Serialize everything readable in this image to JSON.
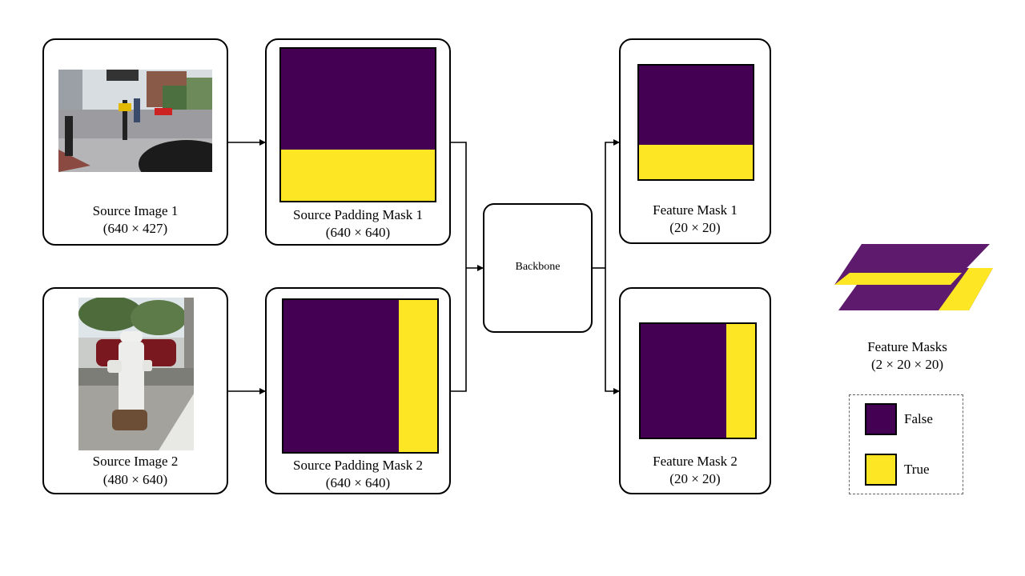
{
  "source1": {
    "title": "Source Image 1",
    "dims": "(640 × 427)"
  },
  "source2": {
    "title": "Source Image 2",
    "dims": "(480 × 640)"
  },
  "padmask1": {
    "title": "Source Padding Mask 1",
    "dims": "(640 × 640)"
  },
  "padmask2": {
    "title": "Source Padding Mask 2",
    "dims": "(640 × 640)"
  },
  "backbone": {
    "label": "Backbone"
  },
  "featmask1": {
    "title": "Feature Mask 1",
    "dims": "(20 × 20)"
  },
  "featmask2": {
    "title": "Feature Mask 2",
    "dims": "(20 × 20)"
  },
  "feature_masks": {
    "title": "Feature Masks",
    "dims": "(2 × 20 × 20)"
  },
  "legend": {
    "false_label": "False",
    "true_label": "True"
  },
  "colors": {
    "false": "#440154",
    "true": "#fde725",
    "stack_purple": "#5e1b6e"
  }
}
